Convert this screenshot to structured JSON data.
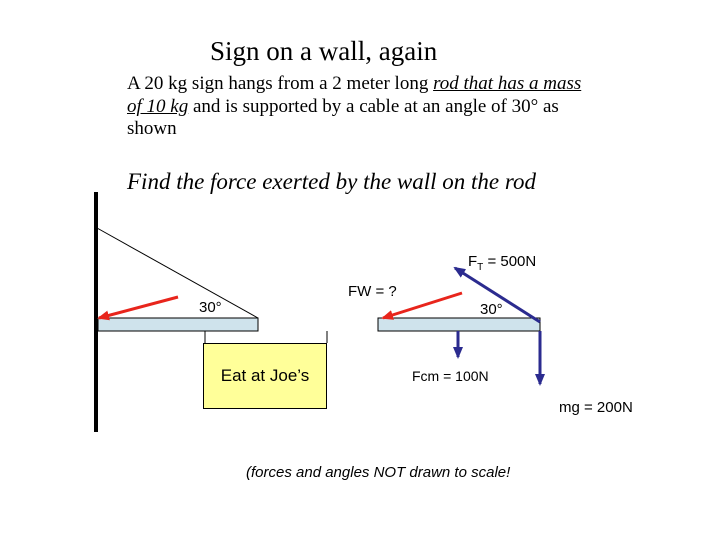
{
  "title": "Sign on a wall, again",
  "problem": {
    "part1": "A 20 kg sign hangs from a 2 meter long ",
    "underlined": "rod that has a mass of 10 kg",
    "part2": " and is supported by a cable at an angle of 30° as shown"
  },
  "question": "Find the force exerted by the wall on the rod",
  "diagram": {
    "sign_text": "Eat at Joe’s",
    "angle_left": "30°",
    "angle_right": "30°",
    "wall_force_label": "FW = ?",
    "tension": {
      "symbol": "F",
      "subscript": "T",
      "value": " = 500N"
    },
    "rod_weight_label": "Fcm = 100N",
    "sign_weight_label": "mg = 200N",
    "note": "(forces and angles NOT drawn to scale!",
    "colors": {
      "rod_fill": "#cfe3ec",
      "sign_fill": "#ffff99",
      "red_arrow": "#e8251c",
      "blue_arrow": "#2b2b8f"
    }
  }
}
